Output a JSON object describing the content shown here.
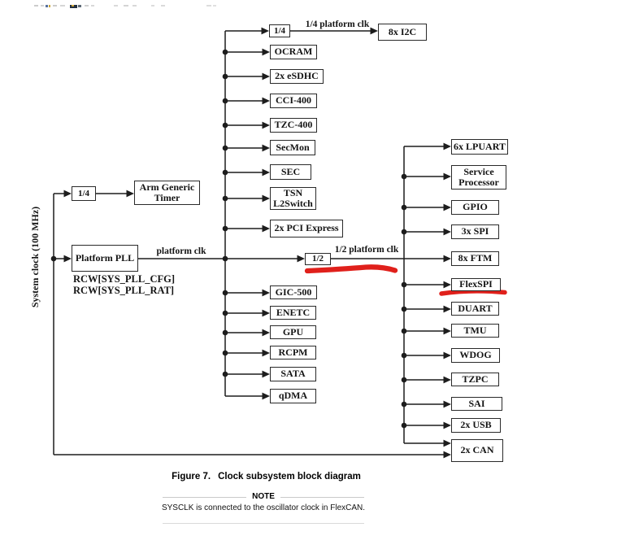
{
  "diagram": {
    "system_clock_label": "System clock (100 MHz)",
    "labels": {
      "quarter_platform_clk": "1/4 platform clk",
      "platform_clk": "platform clk",
      "half_platform_clk": "1/2 platform clk",
      "rcw_cfg": "RCW[SYS_PLL_CFG]",
      "rcw_rat": "RCW[SYS_PLL_RAT]"
    },
    "blocks": {
      "divider_quarter_sys": "1/4",
      "arm_timer_line1": "Arm Generic",
      "arm_timer_line2": "Timer",
      "platform_pll": "Platform PLL",
      "divider_quarter_platform": "1/4",
      "i2c": "8x I2C",
      "ocram": "OCRAM",
      "esdhc": "2x eSDHC",
      "cci400": "CCI-400",
      "tzc400": "TZC-400",
      "secmon": "SecMon",
      "sec": "SEC",
      "tsn_line1": "TSN",
      "tsn_line2": "L2Switch",
      "pci_express": "2x PCI Express",
      "divider_half": "1/2",
      "gic500": "GIC-500",
      "enetc": "ENETC",
      "gpu": "GPU",
      "rcpm": "RCPM",
      "sata": "SATA",
      "qdma": "qDMA",
      "lpuart": "6x LPUART",
      "service_processor_line1": "Service",
      "service_processor_line2": "Processor",
      "gpio": "GPIO",
      "spi": "3x SPI",
      "ftm": "8x FTM",
      "flexspi": "FlexSPI",
      "duart": "DUART",
      "tmu": "TMU",
      "wdog": "WDOG",
      "tzpc": "TZPC",
      "sai": "SAI",
      "usb": "2x USB",
      "can": "2x CAN"
    },
    "line_color": "#1d1d1d",
    "annotation_color": "#e0201b"
  },
  "caption": {
    "number": "Figure 7.",
    "title": "Clock subsystem block diagram"
  },
  "note": {
    "title": "NOTE",
    "text": "SYSCLK is connected to the oscillator clock in FlexCAN."
  }
}
